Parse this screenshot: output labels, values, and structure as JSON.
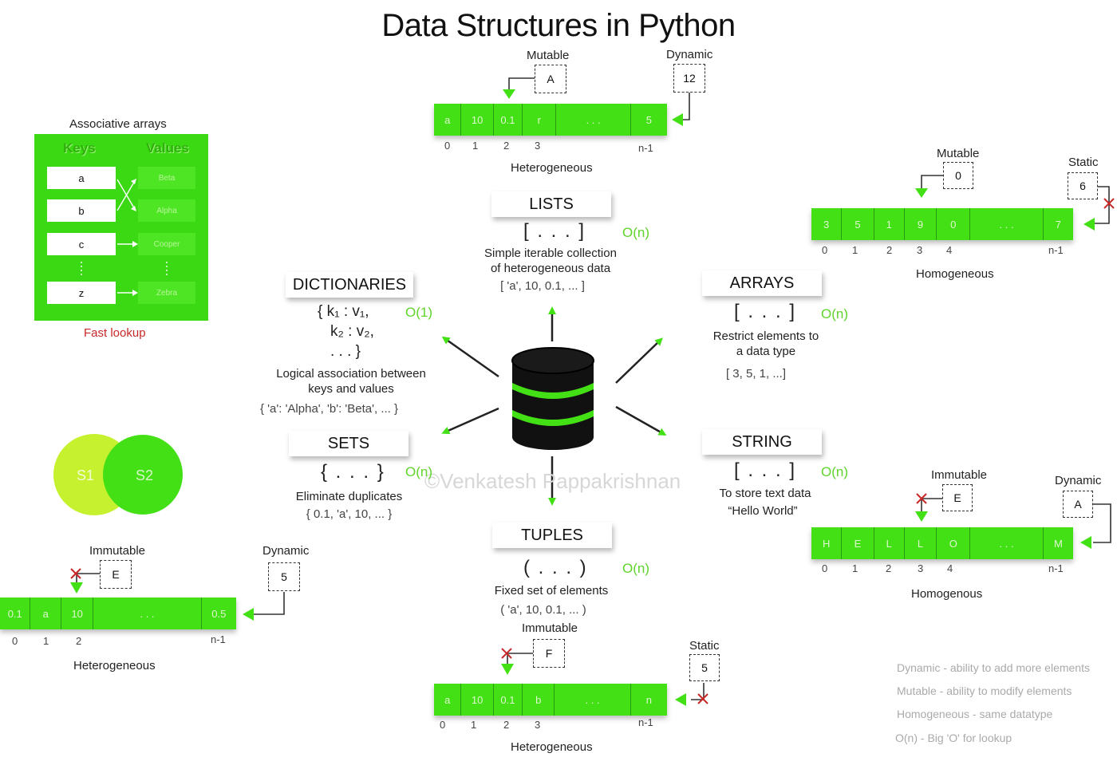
{
  "title": "Data Structures in Python",
  "watermark": "©Venkatesh Pappakrishnan",
  "colors": {
    "accent": "#43e016",
    "bigo": "#5fd42a",
    "red": "#c62828",
    "legend": "#aaaaaa"
  },
  "lists": {
    "mutable_label": "Mutable",
    "mutable_box": "A",
    "dynamic_label": "Dynamic",
    "dynamic_box": "12",
    "cells": [
      "a",
      "10",
      "0.1",
      "r",
      ". . .",
      "5"
    ],
    "indices": [
      "0",
      "1",
      "2",
      "3",
      "n-1"
    ],
    "kind": "Heterogeneous",
    "name": "LISTS",
    "symbol": "[ . . . ]",
    "bigo": "O(n)",
    "desc1": "Simple iterable collection",
    "desc2": "of heterogeneous data",
    "example": "[ 'a', 10, 0.1, ... ]"
  },
  "arrays": {
    "mutable_label": "Mutable",
    "mutable_box": "0",
    "static_label": "Static",
    "static_box": "6",
    "cells": [
      "3",
      "5",
      "1",
      "9",
      "0",
      ". . .",
      "7"
    ],
    "indices": [
      "0",
      "1",
      "2",
      "3",
      "4",
      "n-1"
    ],
    "kind": "Homogeneous",
    "name": "ARRAYS",
    "symbol": "[ . . . ]",
    "bigo": "O(n)",
    "desc1": "Restrict elements to",
    "desc2": "a data type",
    "example": "[ 3, 5, 1, ...]"
  },
  "dictionaries": {
    "assoc_label": "Associative arrays",
    "keys_header": "Keys",
    "values_header": "Values",
    "keys": [
      "a",
      "b",
      "c",
      "z"
    ],
    "values": [
      "Beta",
      "Alpha",
      "Cooper",
      "Zebra"
    ],
    "lookup": "Fast lookup",
    "name": "DICTIONARIES",
    "bigo": "O(1)",
    "sym1": "{ k₁ : v₁,",
    "sym2": "k₂ : v₂,",
    "sym3": ". . . }",
    "desc1": "Logical association between",
    "desc2": "keys and values",
    "example": "{ 'a': 'Alpha', 'b': 'Beta', ... }"
  },
  "sets": {
    "s1": "S1",
    "s2": "S2",
    "name": "SETS",
    "symbol": "{ . . . }",
    "bigo": "O(n)",
    "desc": "Eliminate duplicates",
    "example": "{ 0.1, 'a', 10, ... }",
    "immutable_label": "Immutable",
    "immutable_box": "E",
    "dynamic_label": "Dynamic",
    "dynamic_box": "5",
    "cells": [
      "0.1",
      "a",
      "10",
      ". . .",
      "0.5"
    ],
    "indices": [
      "0",
      "1",
      "2",
      "n-1"
    ],
    "kind": "Heterogeneous"
  },
  "string": {
    "name": "STRING",
    "symbol": "[ . . . ]",
    "bigo": "O(n)",
    "desc": "To store text data",
    "example": "“Hello World”",
    "immutable_label": "Immutable",
    "immutable_box": "E",
    "dynamic_label": "Dynamic",
    "dynamic_box": "A",
    "cells": [
      "H",
      "E",
      "L",
      "L",
      "O",
      ". . .",
      "M"
    ],
    "indices": [
      "0",
      "1",
      "2",
      "3",
      "4",
      "n-1"
    ],
    "kind": "Homogenous"
  },
  "tuples": {
    "name": "TUPLES",
    "symbol": "( . . . )",
    "bigo": "O(n)",
    "desc": "Fixed set of elements",
    "example": "( 'a', 10, 0.1, ... )",
    "immutable_label": "Immutable",
    "immutable_box": "F",
    "static_label": "Static",
    "static_box": "5",
    "cells": [
      "a",
      "10",
      "0.1",
      "b",
      ". . .",
      "n"
    ],
    "indices": [
      "0",
      "1",
      "2",
      "3",
      "n-1"
    ],
    "kind": "Heterogeneous"
  },
  "legend": [
    "Dynamic - ability to add more elements",
    "Mutable - ability to modify elements",
    "Homogeneous - same datatype",
    "O(n) - Big 'O' for lookup"
  ]
}
